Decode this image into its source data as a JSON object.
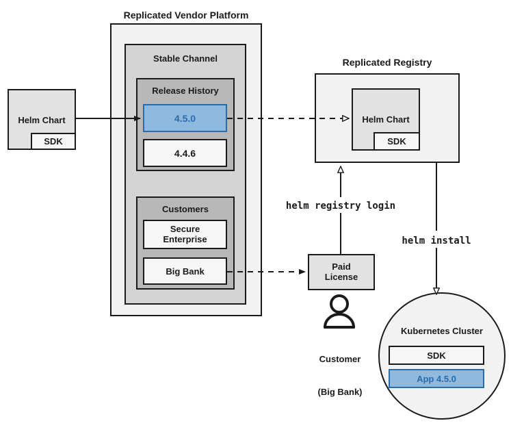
{
  "diagram": {
    "title_vendor_platform": "Replicated Vendor Platform",
    "title_registry": "Replicated Registry",
    "colors": {
      "accent_blue_fill": "#8fb9de",
      "accent_blue_text": "#2b6ca8",
      "stroke": "#1a1a1a",
      "platform_fill": "#f2f2f2",
      "channel_fill": "#d4d4d4",
      "section_fill": "#b8b8b8",
      "item_fill": "#f7f7f7"
    }
  },
  "source_helm_chart": {
    "label": "Helm Chart",
    "sdk_label": "SDK"
  },
  "vendor_platform": {
    "title": "Replicated Vendor Platform",
    "channel": {
      "title": "Stable Channel",
      "release_history": {
        "title": "Release History",
        "releases": [
          {
            "version": "4.5.0",
            "highlighted": true
          },
          {
            "version": "4.4.6",
            "highlighted": false
          }
        ]
      },
      "customers": {
        "title": "Customers",
        "entries": [
          {
            "name": "Secure\nEnterprise"
          },
          {
            "name": "Big Bank"
          }
        ]
      }
    }
  },
  "registry": {
    "title": "Replicated Registry",
    "helm_chart_label": "Helm Chart",
    "sdk_label": "SDK"
  },
  "license": {
    "label": "Paid\nLicense"
  },
  "customer_actor": {
    "line1": "Customer",
    "line2": "(Big Bank)",
    "icon": "person-icon"
  },
  "commands": {
    "registry_login": "helm registry login",
    "install": "helm install"
  },
  "cluster": {
    "title": "Kubernetes Cluster",
    "components": [
      {
        "label": "SDK",
        "highlighted": false
      },
      {
        "label": "App 4.5.0",
        "highlighted": true
      }
    ]
  },
  "arrows": [
    {
      "name": "helm-chart-to-release",
      "style": "solid"
    },
    {
      "name": "release-to-registry-chart",
      "style": "dashed"
    },
    {
      "name": "bigbank-to-license",
      "style": "dashed"
    },
    {
      "name": "login-to-registry",
      "style": "solid"
    },
    {
      "name": "registry-to-cluster",
      "style": "solid"
    }
  ]
}
